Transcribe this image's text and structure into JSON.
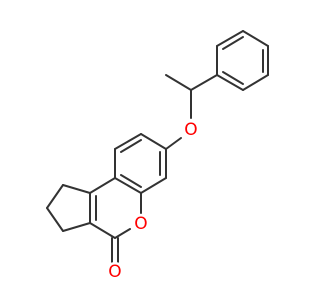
{
  "diagram": {
    "type": "chemical-structure",
    "bond_color": "#333333",
    "oxygen_color": "#ff0000",
    "atoms": {
      "ether_oxygen": "O",
      "ring_oxygen": "O",
      "carbonyl_oxygen": "O"
    }
  }
}
